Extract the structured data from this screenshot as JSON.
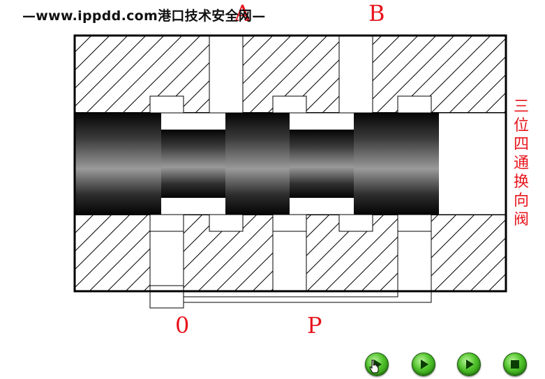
{
  "watermark": "—www.ippdd.com港口技术安全网—",
  "ports": {
    "a": "A",
    "b": "B",
    "o": "0",
    "p": "P"
  },
  "title_chars": [
    "三",
    "位",
    "四",
    "通",
    "换",
    "向",
    "阀"
  ],
  "controls": [
    {
      "icon": "play-icon"
    },
    {
      "icon": "play-icon"
    },
    {
      "icon": "play-icon"
    },
    {
      "icon": "stop-icon"
    }
  ],
  "colors": {
    "label": "#e8141c",
    "button": "#4fc22a",
    "spool": "#000000",
    "fluid_path": "#ffffff"
  }
}
